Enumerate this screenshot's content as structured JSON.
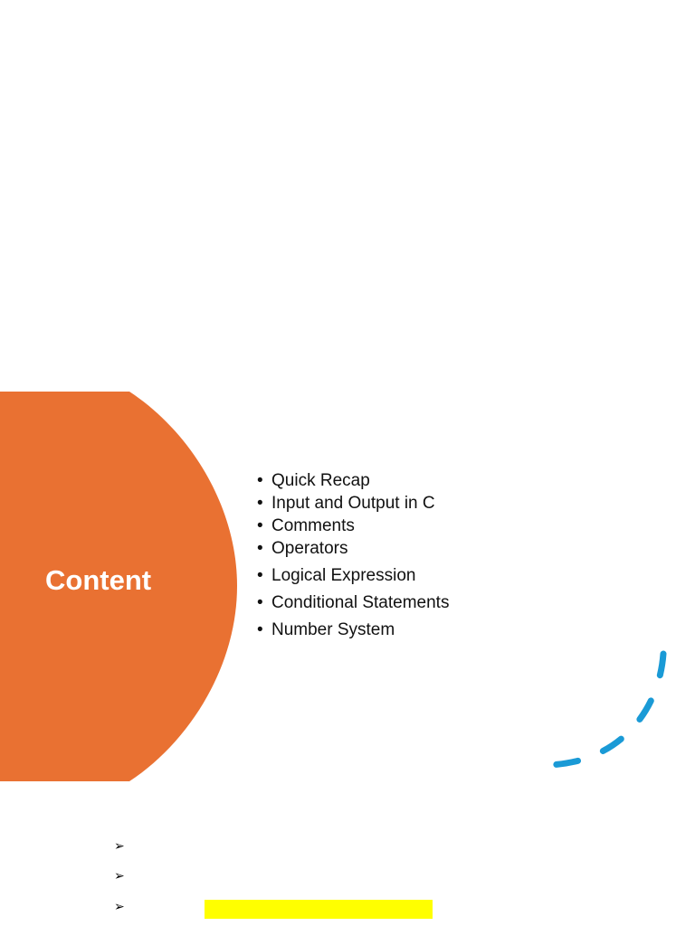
{
  "slide": {
    "title": "Content",
    "bullets": [
      "Quick Recap",
      "Input and Output in C",
      "Comments",
      "Operators",
      "Logical Expression",
      "Conditional Statements",
      "Number System"
    ],
    "arrow_glyph": "➢",
    "colors": {
      "shape": "#E97132",
      "dashed_arc": "#1A9AD6",
      "highlight": "#FFFF00"
    }
  }
}
